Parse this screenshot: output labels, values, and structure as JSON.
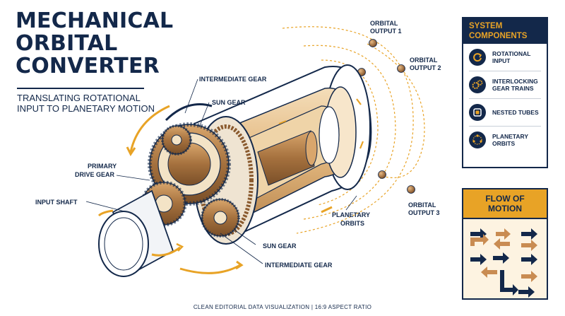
{
  "title_lines": [
    "MECHANICAL",
    "ORBITAL",
    "CONVERTER"
  ],
  "subtitle": "TRANSLATING ROTATIONAL INPUT TO PLANETARY MOTION",
  "labels": {
    "intermediate_gear_top": "INTERMEDIATE GEAR",
    "sun_gear_top": "SUN GEAR",
    "primary_drive_gear_line1": "PRIMARY",
    "primary_drive_gear_line2": "DRIVE GEAR",
    "input_shaft": "INPUT SHAFT",
    "sun_gear_bottom": "SUN GEAR",
    "intermediate_gear_bottom": "INTERMEDIATE GEAR",
    "planetary_orbits_line1": "PLANETARY",
    "planetary_orbits_line2": "ORBITS",
    "orbital_output_1_line1": "ORBITAL",
    "orbital_output_1_line2": "OUTPUT 1",
    "orbital_output_2_line1": "ORBITAL",
    "orbital_output_2_line2": "OUTPUT 2",
    "orbital_output_3_line1": "ORBITAL",
    "orbital_output_3_line2": "OUTPUT 3"
  },
  "system_components": {
    "title_line1": "SYSTEM",
    "title_line2": "COMPONENTS",
    "items": [
      {
        "label": "ROTATIONAL INPUT",
        "icon": "rotation-arrow-icon"
      },
      {
        "label": "INTERLOCKING GEAR TRAINS",
        "icon": "gears-icon"
      },
      {
        "label": "NESTED TUBES",
        "icon": "tubes-icon"
      },
      {
        "label": "PLANETARY ORBITS",
        "icon": "orbit-icon"
      }
    ]
  },
  "flow_of_motion": {
    "title": "FLOW OF MOTION",
    "icon": "flow-arrows-icon"
  },
  "footer": "CLEAN EDITORIAL DATA VISUALIZATION  |  16:9 ASPECT RATIO",
  "colors": {
    "navy": "#13284a",
    "orange": "#e8a326",
    "bronze": "#b07a45",
    "cream": "#fdf3e1"
  }
}
